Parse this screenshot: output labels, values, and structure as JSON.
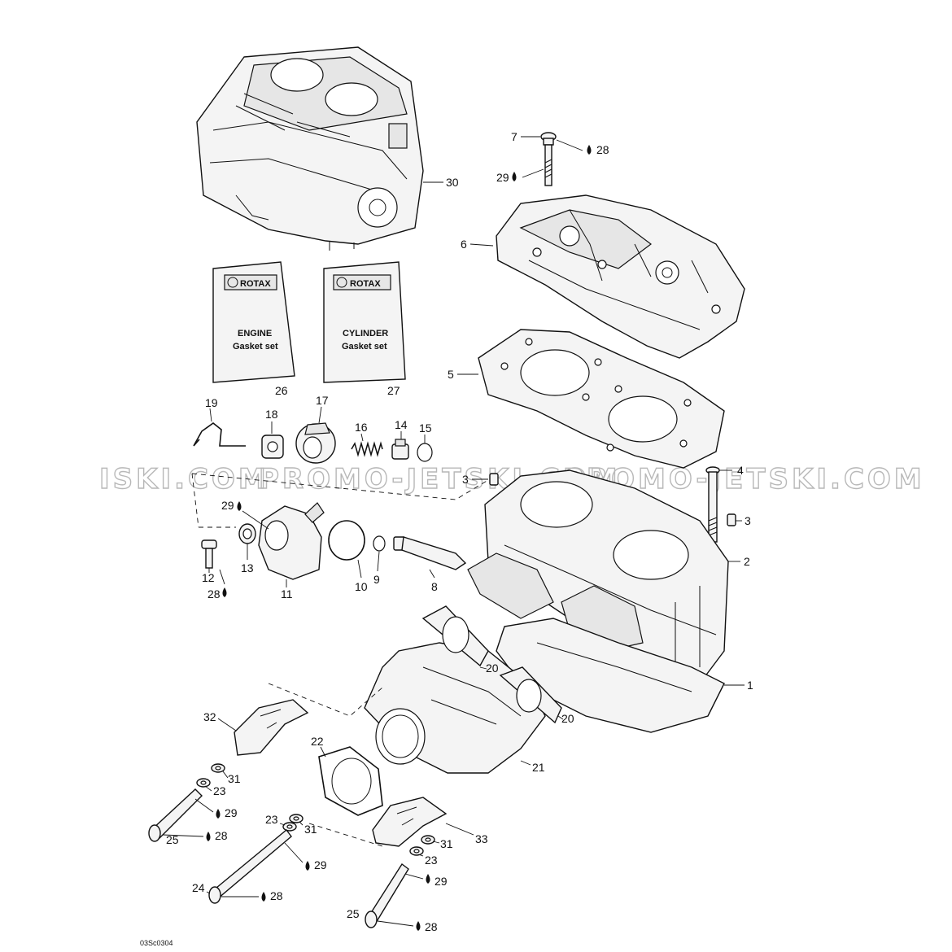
{
  "labels": {
    "l1": "1",
    "l2": "2",
    "l3a": "3",
    "l3b": "3",
    "l4": "4",
    "l5": "5",
    "l6": "6",
    "l7": "7",
    "l8": "8",
    "l9": "9",
    "l10": "10",
    "l11": "11",
    "l12": "12",
    "l13": "13",
    "l14": "14",
    "l15": "15",
    "l16": "16",
    "l17": "17",
    "l18": "18",
    "l19": "19",
    "l20a": "20",
    "l20b": "20",
    "l21": "21",
    "l22": "22",
    "l23a": "23",
    "l23b": "23",
    "l23c": "23",
    "l24": "24",
    "l25a": "25",
    "l25b": "25",
    "l26": "26",
    "l27": "27",
    "l28a": "28",
    "l28b": "28",
    "l28c": "28",
    "l28d": "28",
    "l28e": "28",
    "l29a": "29",
    "l29b": "29",
    "l29c": "29",
    "l29d": "29",
    "l29e": "29",
    "l30": "30",
    "l31a": "31",
    "l31b": "31",
    "l31c": "31",
    "l32": "32",
    "l33": "33"
  },
  "gasket_sets": {
    "engine": {
      "brand": "ROTAX",
      "line1": "ENGINE",
      "line2": "Gasket set"
    },
    "cylinder": {
      "brand": "ROTAX",
      "line1": "CYLINDER",
      "line2": "Gasket set"
    }
  },
  "watermark": {
    "left": "ISKI.COM",
    "mid": "PROMO-JETSKI.COM",
    "right": "PROMO-JETSKI.COM"
  },
  "figure_code": "03Sc0304"
}
